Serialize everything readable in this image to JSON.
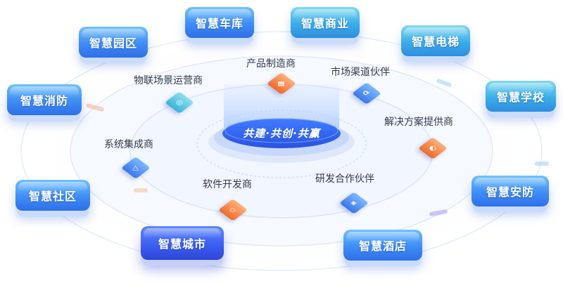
{
  "center_text": "共建·共创·共赢",
  "tiles": {
    "garage": "智慧车库",
    "commerce": "智慧商业",
    "park": "智慧园区",
    "elevator": "智慧电梯",
    "fire": "智慧消防",
    "school": "智慧学校",
    "community": "智慧社区",
    "security": "智慧安防",
    "city": "智慧城市",
    "hotel": "智慧酒店"
  },
  "partners": {
    "manufacturer": "产品制造商",
    "iot_operator": "物联场景运营商",
    "channel_partner": "市场渠道伙伴",
    "solution_provider": "解决方案提供商",
    "integrator": "系统集成商",
    "software_dev": "软件开发商",
    "rd_partner": "研发合作伙伴"
  }
}
